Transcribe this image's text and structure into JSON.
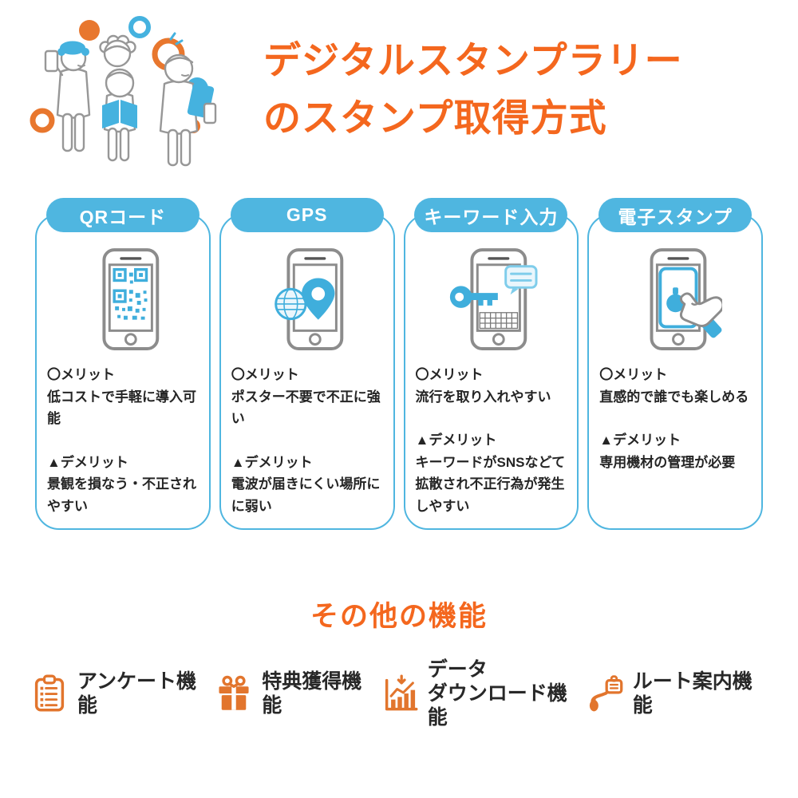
{
  "title": {
    "line1": "デジタルスタンプラリー",
    "line2": "のスタンプ取得方式"
  },
  "colors": {
    "accent_orange": "#F4671E",
    "accent_blue": "#4FB6E0",
    "icon_orange": "#E2752D",
    "text_dark": "#252525"
  },
  "cards": [
    {
      "header": "QRコード",
      "icon": "qr-phone-icon",
      "merit_title": "〇メリット",
      "merit_body": "低コストで手軽に導入可能",
      "demerit_title": "▲デメリット",
      "demerit_body": "景観を損なう・不正されやすい"
    },
    {
      "header": "GPS",
      "icon": "gps-phone-icon",
      "merit_title": "〇メリット",
      "merit_body": "ポスター不要で不正に強い",
      "demerit_title": "▲デメリット",
      "demerit_body": "電波が届きにくい場所にに弱い"
    },
    {
      "header": "キーワード入力",
      "icon": "keyword-phone-icon",
      "merit_title": "〇メリット",
      "merit_body": "流行を取り入れやすい",
      "demerit_title": "▲デメリット",
      "demerit_body": "キーワードがSNSなどて拡散され不正行為が発生しやすい"
    },
    {
      "header": "電子スタンプ",
      "icon": "stamp-phone-icon",
      "merit_title": "〇メリット",
      "merit_body": "直感的で誰でも楽しめる",
      "demerit_title": "▲デメリット",
      "demerit_body": "専用機材の管理が必要"
    }
  ],
  "other": {
    "title": "その他の機能",
    "features": [
      {
        "icon": "survey-clipboard-icon",
        "lines": [
          "アンケート機能"
        ]
      },
      {
        "icon": "gift-icon",
        "lines": [
          "特典獲得機能"
        ]
      },
      {
        "icon": "data-download-chart-icon",
        "lines": [
          "データ",
          "ダウンロード機能"
        ]
      },
      {
        "icon": "route-guide-icon",
        "lines": [
          "ルート案内機能"
        ]
      }
    ]
  }
}
